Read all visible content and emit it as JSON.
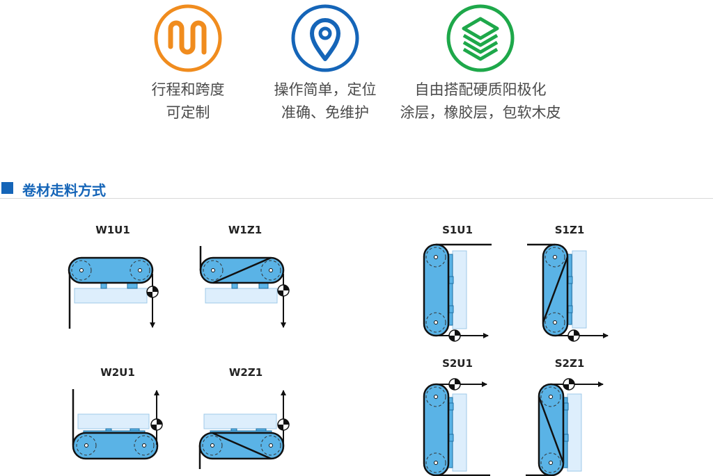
{
  "features": [
    {
      "icon": "meander-path-icon",
      "color": "#f08c1e",
      "line1": "行程和跨度",
      "line2": "可定制"
    },
    {
      "icon": "location-pin-icon",
      "color": "#1565b8",
      "line1": "操作简单，定位",
      "line2": "准确、免维护"
    },
    {
      "icon": "layers-icon",
      "color": "#1ea84a",
      "line1": "自由搭配硬质阳极化",
      "line2": "涂层，橡胶层，包软木皮"
    }
  ],
  "section": {
    "title": "卷材走料方式"
  },
  "diagrams": {
    "w1u1": "W1U1",
    "w1z1": "W1Z1",
    "w2u1": "W2U1",
    "w2z1": "W2Z1",
    "s1u1": "S1U1",
    "s1z1": "S1Z1",
    "s2u1": "S2U1",
    "s2z1": "S2Z1"
  },
  "colors": {
    "belt": "#5ab3e6",
    "plate": "#ddeefc",
    "accent": "#1565b8"
  }
}
